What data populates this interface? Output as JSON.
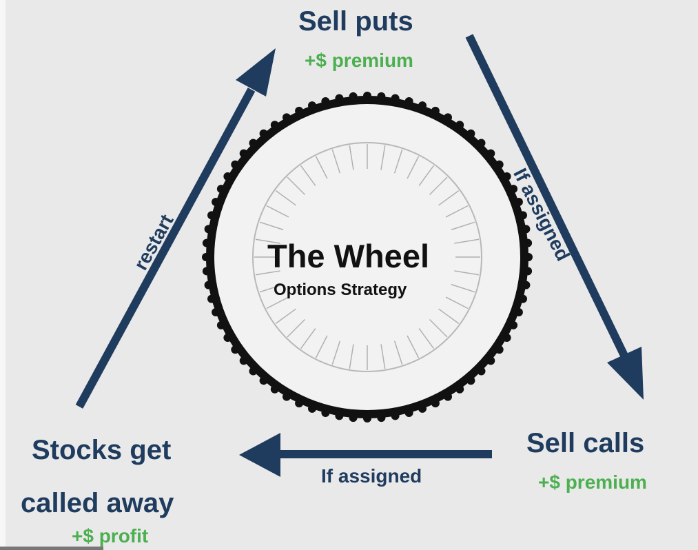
{
  "colors": {
    "background": "#e9e9e9",
    "node_text": "#1f3b5e",
    "arrow": "#1f3b5e",
    "premium_text": "#4caf50",
    "center_text": "#111111",
    "tire": "#111111",
    "rim": "#f2f2f2"
  },
  "diagram": {
    "type": "cycle",
    "center": {
      "title": "The Wheel",
      "subtitle": "Options Strategy",
      "icon": "tire-wheel-icon"
    },
    "nodes": {
      "sell_puts": {
        "title": "Sell puts",
        "sub": "+$ premium"
      },
      "sell_calls": {
        "title": "Sell calls",
        "sub": "+$ premium"
      },
      "called_away": {
        "title_line1": "Stocks get",
        "title_line2": "called away",
        "sub": "+$ profit"
      }
    },
    "edges": {
      "puts_to_calls": "If assigned",
      "calls_to_called_away": "If assigned",
      "called_away_to_puts": "restart"
    }
  }
}
